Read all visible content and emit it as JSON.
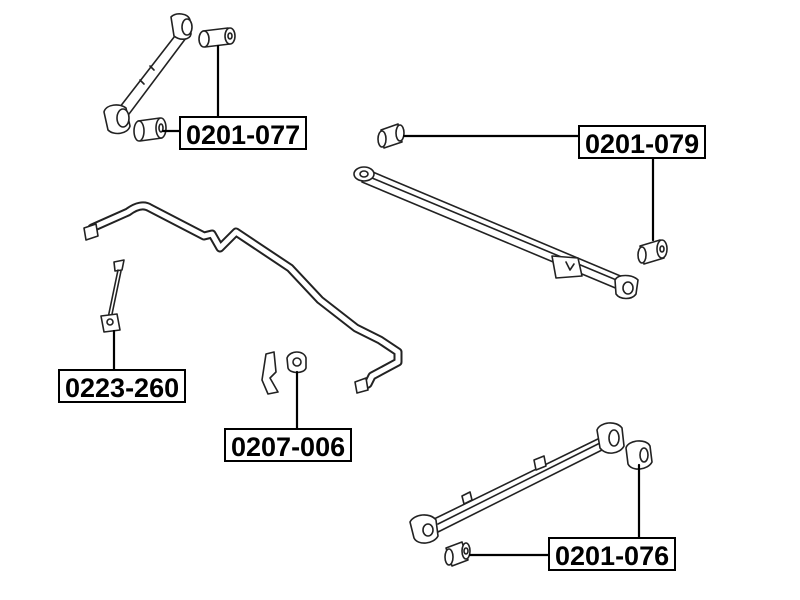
{
  "labels": {
    "part_0201_077": "0201-077",
    "part_0201_079": "0201-079",
    "part_0223_260": "0223-260",
    "part_0207_006": "0207-006",
    "part_0201_076": "0201-076"
  },
  "colors": {
    "stroke": "#222222",
    "leader": "#000000",
    "fill": "#ffffff",
    "background": "#ffffff"
  }
}
